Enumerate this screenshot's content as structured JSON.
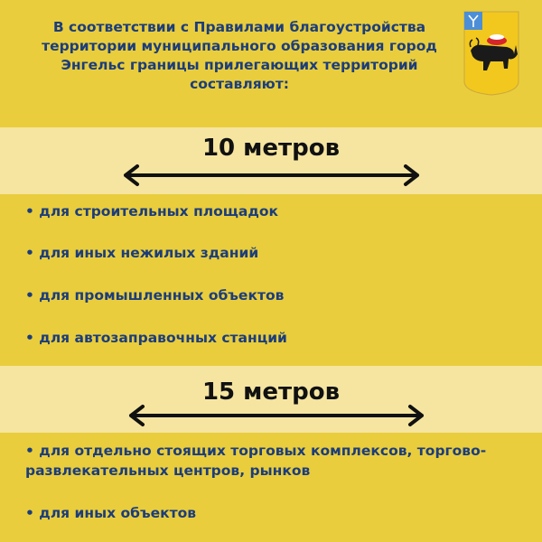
{
  "title": "В соответствии с Правилами благоустройства территории муниципального образования город Энгельс границы прилегающих территорий составляют:",
  "emblem": "coat-of-arms-engels",
  "sections": [
    {
      "distance": "10 метров",
      "items": [
        "• для строительных площадок",
        "• для иных нежилых зданий",
        "• для промышленных объектов",
        "• для автозаправочных станций"
      ]
    },
    {
      "distance": "15 метров",
      "items": [
        "• для отдельно стоящих торговых комплексов, торгово-развлекательных центров, рынков",
        "• для иных объектов"
      ]
    }
  ],
  "colors": {
    "background": "#e9cd3c",
    "band": "#f5e5a0",
    "text": "#1c3d7c"
  }
}
